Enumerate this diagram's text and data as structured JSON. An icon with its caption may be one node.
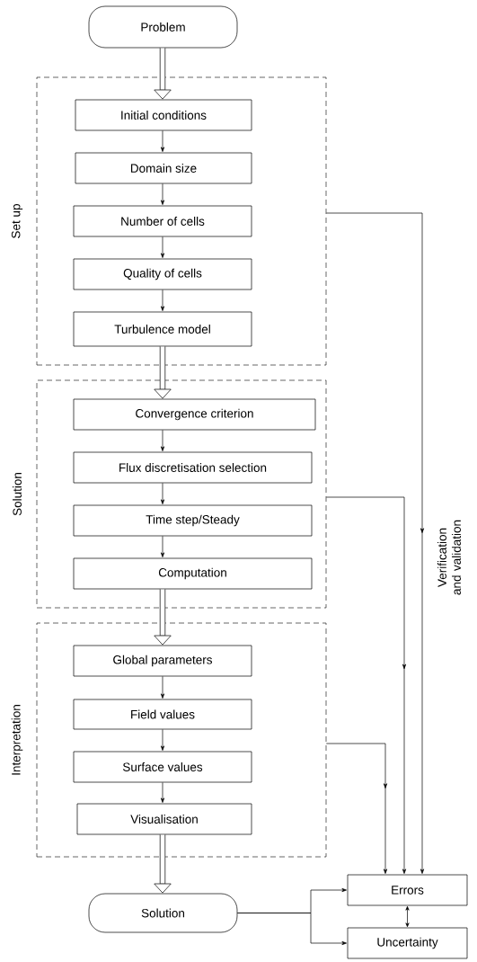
{
  "diagram": {
    "nodes": [
      {
        "text": [
          "Problem"
        ]
      },
      {
        "text": [
          "Set up"
        ]
      },
      {
        "text": [
          "Initial conditions"
        ],
        "in": 1
      },
      {
        "text": [
          "Domain size"
        ],
        "in": 1
      },
      {
        "text": [
          "Number of cells"
        ],
        "in": 1
      },
      {
        "text": [
          "Quality of cells"
        ],
        "in": 1
      },
      {
        "text": [
          "Turbulence model"
        ],
        "in": 1
      },
      {
        "text": [
          "Solution"
        ]
      },
      {
        "text": [
          "Convergence criterion"
        ],
        "in": 7
      },
      {
        "text": [
          "Flux discretisation selection"
        ],
        "in": 7
      },
      {
        "text": [
          "Time step/Steady"
        ],
        "in": 7
      },
      {
        "text": [
          "Computation"
        ],
        "in": 7
      },
      {
        "text": [
          "Interpretation"
        ]
      },
      {
        "text": [
          "Global parameters"
        ],
        "in": 12
      },
      {
        "text": [
          "Field values"
        ],
        "in": 12
      },
      {
        "text": [
          "Surface values"
        ],
        "in": 12
      },
      {
        "text": [
          "Visualisation"
        ],
        "in": 12
      },
      {
        "text": [
          "Solution"
        ]
      },
      {
        "text": [
          "Errors"
        ]
      },
      {
        "text": [
          "Uncertainty"
        ]
      }
    ],
    "edges": [
      {
        "from": 0,
        "to": 2,
        "arrow": "to",
        "style": "thick"
      },
      {
        "from": 2,
        "to": 3,
        "arrow": "to"
      },
      {
        "from": 3,
        "to": 4,
        "arrow": "to"
      },
      {
        "from": 4,
        "to": 5,
        "arrow": "to"
      },
      {
        "from": 5,
        "to": 6,
        "arrow": "to"
      },
      {
        "from": 6,
        "to": 8,
        "arrow": "to",
        "style": "thick"
      },
      {
        "from": 8,
        "to": 9,
        "arrow": "to"
      },
      {
        "from": 9,
        "to": 10,
        "arrow": "to"
      },
      {
        "from": 10,
        "to": 11,
        "arrow": "to"
      },
      {
        "from": 11,
        "to": 13,
        "arrow": "to",
        "style": "thick"
      },
      {
        "from": 13,
        "to": 14,
        "arrow": "to"
      },
      {
        "from": 14,
        "to": 15,
        "arrow": "to"
      },
      {
        "from": 15,
        "to": 16,
        "arrow": "to"
      },
      {
        "from": 16,
        "to": 17,
        "arrow": "to",
        "style": "thick"
      },
      {
        "from": 1,
        "to": 18,
        "arrow": "to",
        "label": "Verification and validation"
      },
      {
        "from": 7,
        "to": 18,
        "arrow": "to"
      },
      {
        "from": 12,
        "to": 18,
        "arrow": "to"
      },
      {
        "from": 17,
        "to": 18,
        "arrow": "to"
      },
      {
        "from": 17,
        "to": 19,
        "arrow": "to"
      },
      {
        "from": 18,
        "to": 19,
        "arrow": "both"
      }
    ]
  }
}
